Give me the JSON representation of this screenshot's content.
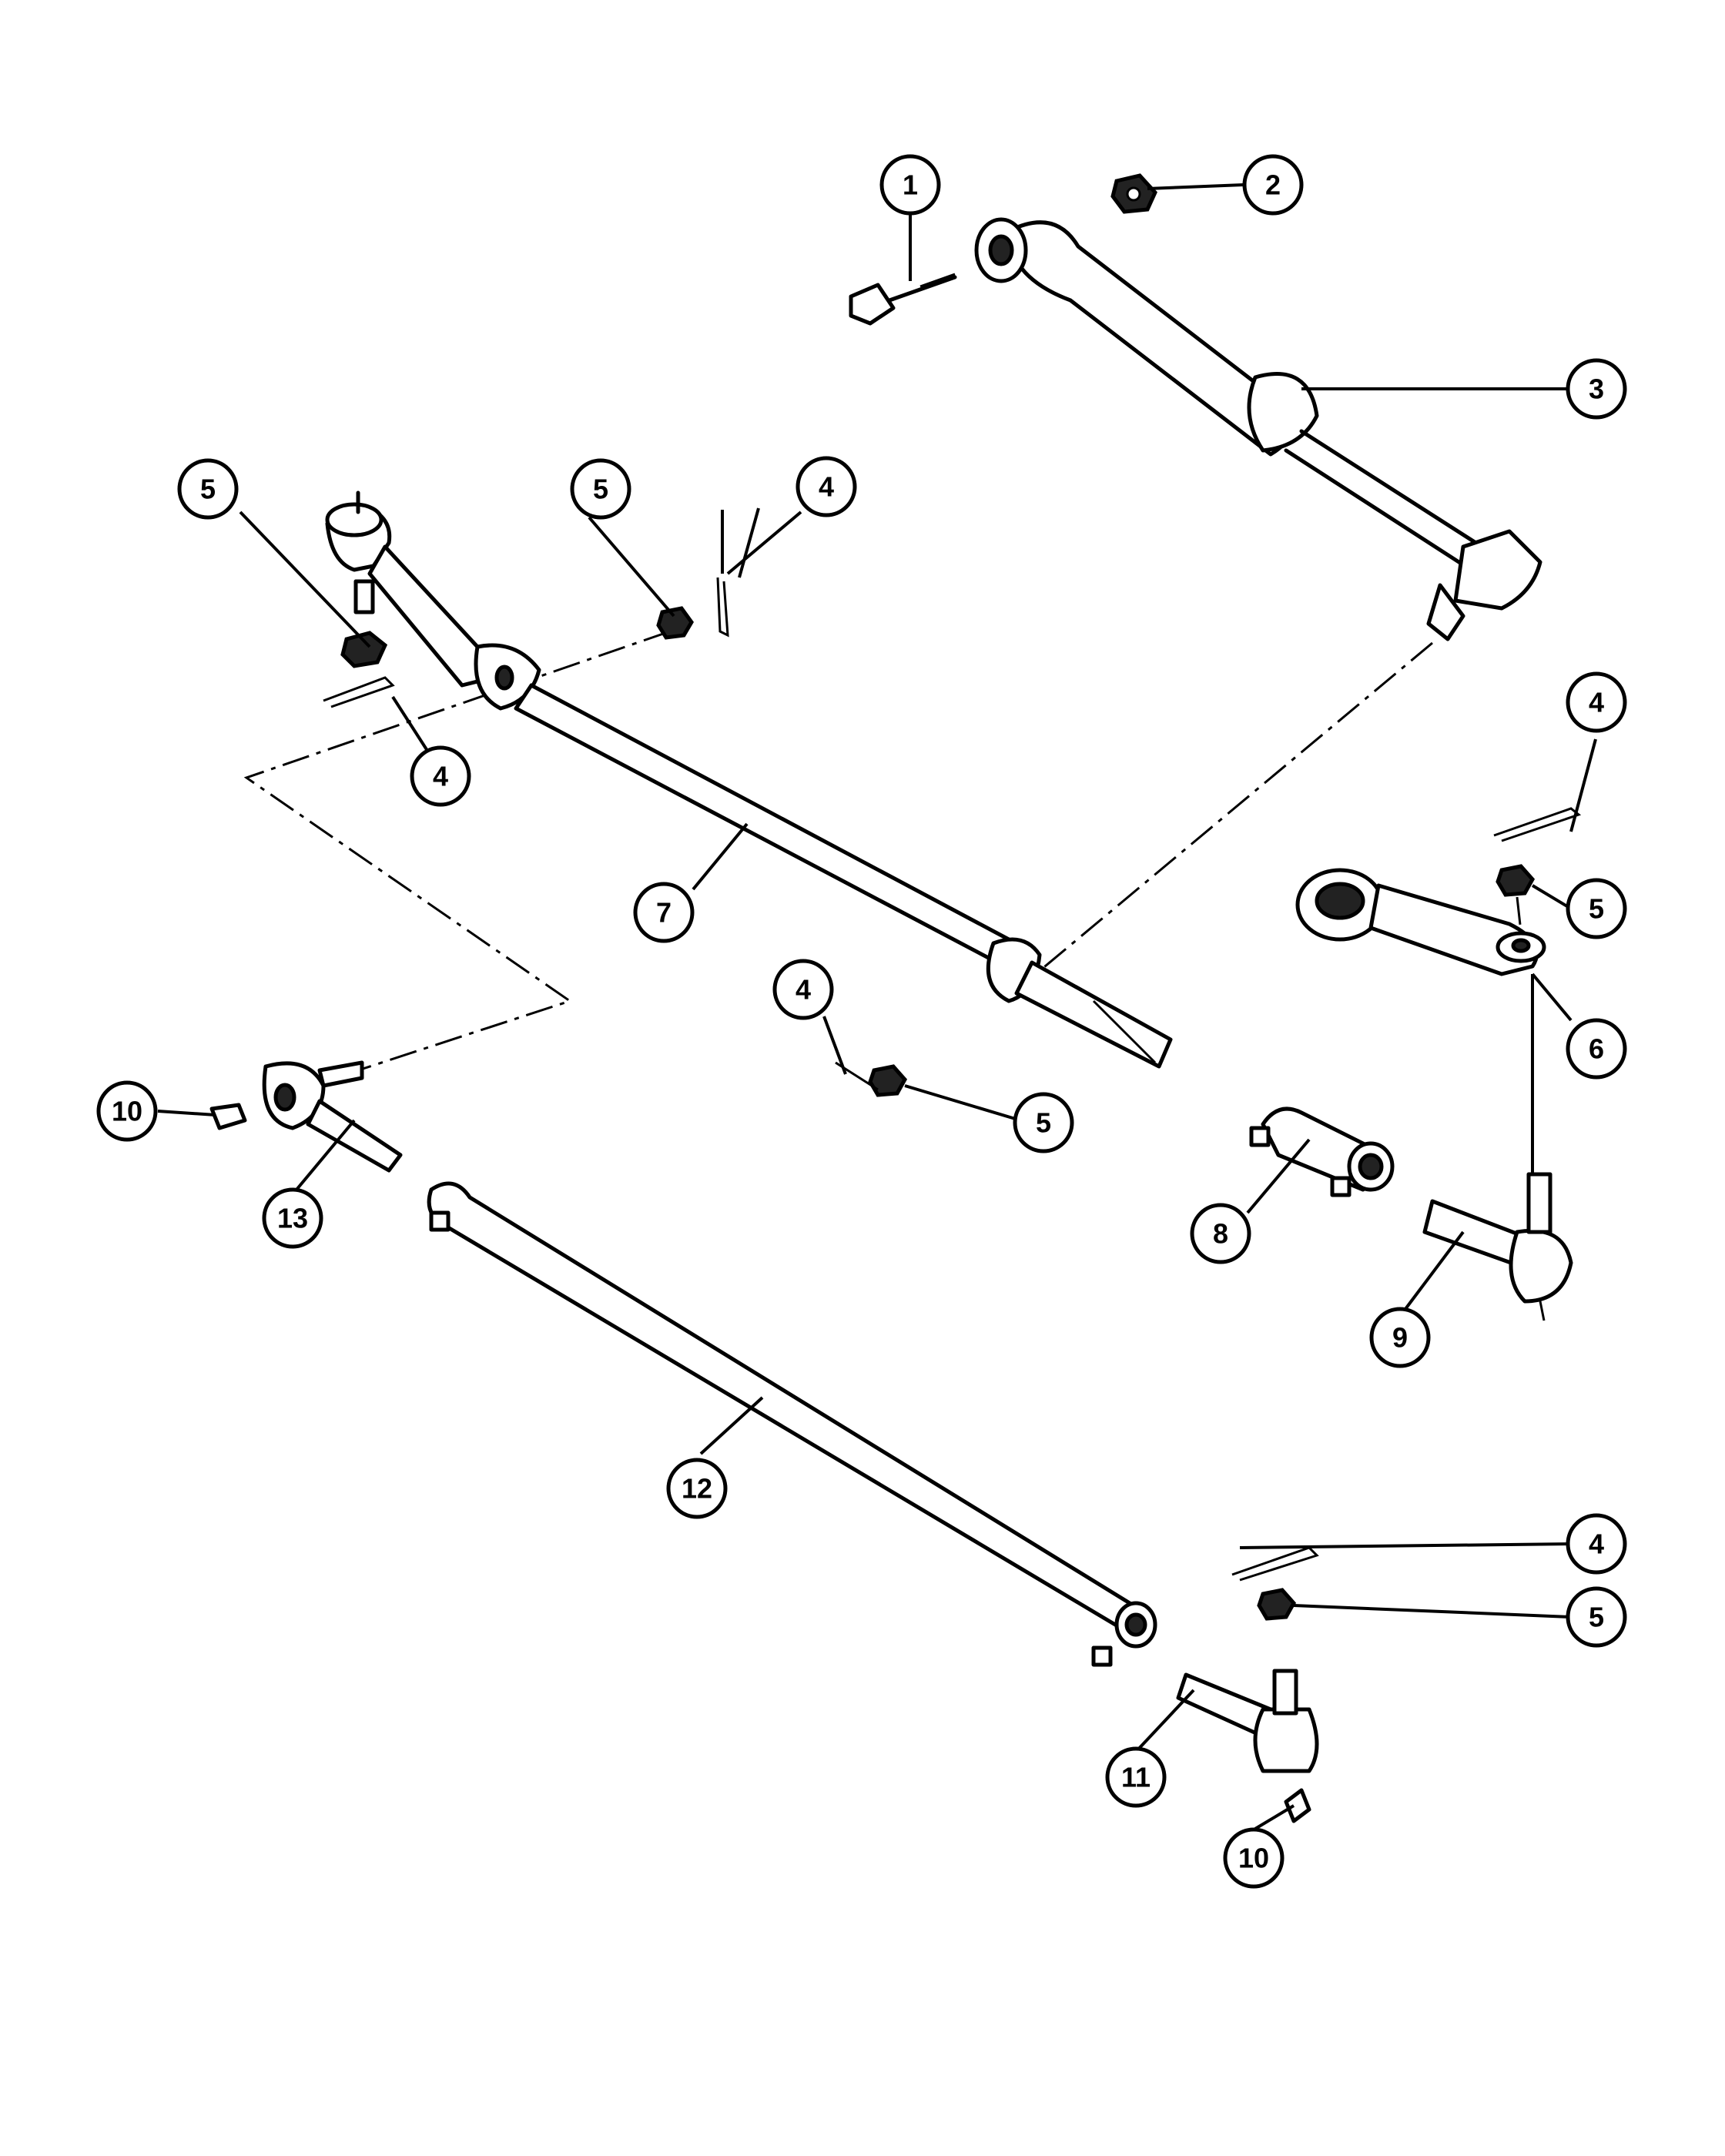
{
  "diagram": {
    "callouts": [
      {
        "id": "c1",
        "label": "1"
      },
      {
        "id": "c2",
        "label": "2"
      },
      {
        "id": "c3",
        "label": "3"
      },
      {
        "id": "c4a",
        "label": "4"
      },
      {
        "id": "c4b",
        "label": "4"
      },
      {
        "id": "c4c",
        "label": "4"
      },
      {
        "id": "c4d",
        "label": "4"
      },
      {
        "id": "c4e",
        "label": "4"
      },
      {
        "id": "c5a",
        "label": "5"
      },
      {
        "id": "c5b",
        "label": "5"
      },
      {
        "id": "c5c",
        "label": "5"
      },
      {
        "id": "c5d",
        "label": "5"
      },
      {
        "id": "c5e",
        "label": "5"
      },
      {
        "id": "c6",
        "label": "6"
      },
      {
        "id": "c7",
        "label": "7"
      },
      {
        "id": "c8",
        "label": "8"
      },
      {
        "id": "c9",
        "label": "9"
      },
      {
        "id": "c10a",
        "label": "10"
      },
      {
        "id": "c10b",
        "label": "10"
      },
      {
        "id": "c11",
        "label": "11"
      },
      {
        "id": "c12",
        "label": "12"
      },
      {
        "id": "c13",
        "label": "13"
      }
    ]
  }
}
